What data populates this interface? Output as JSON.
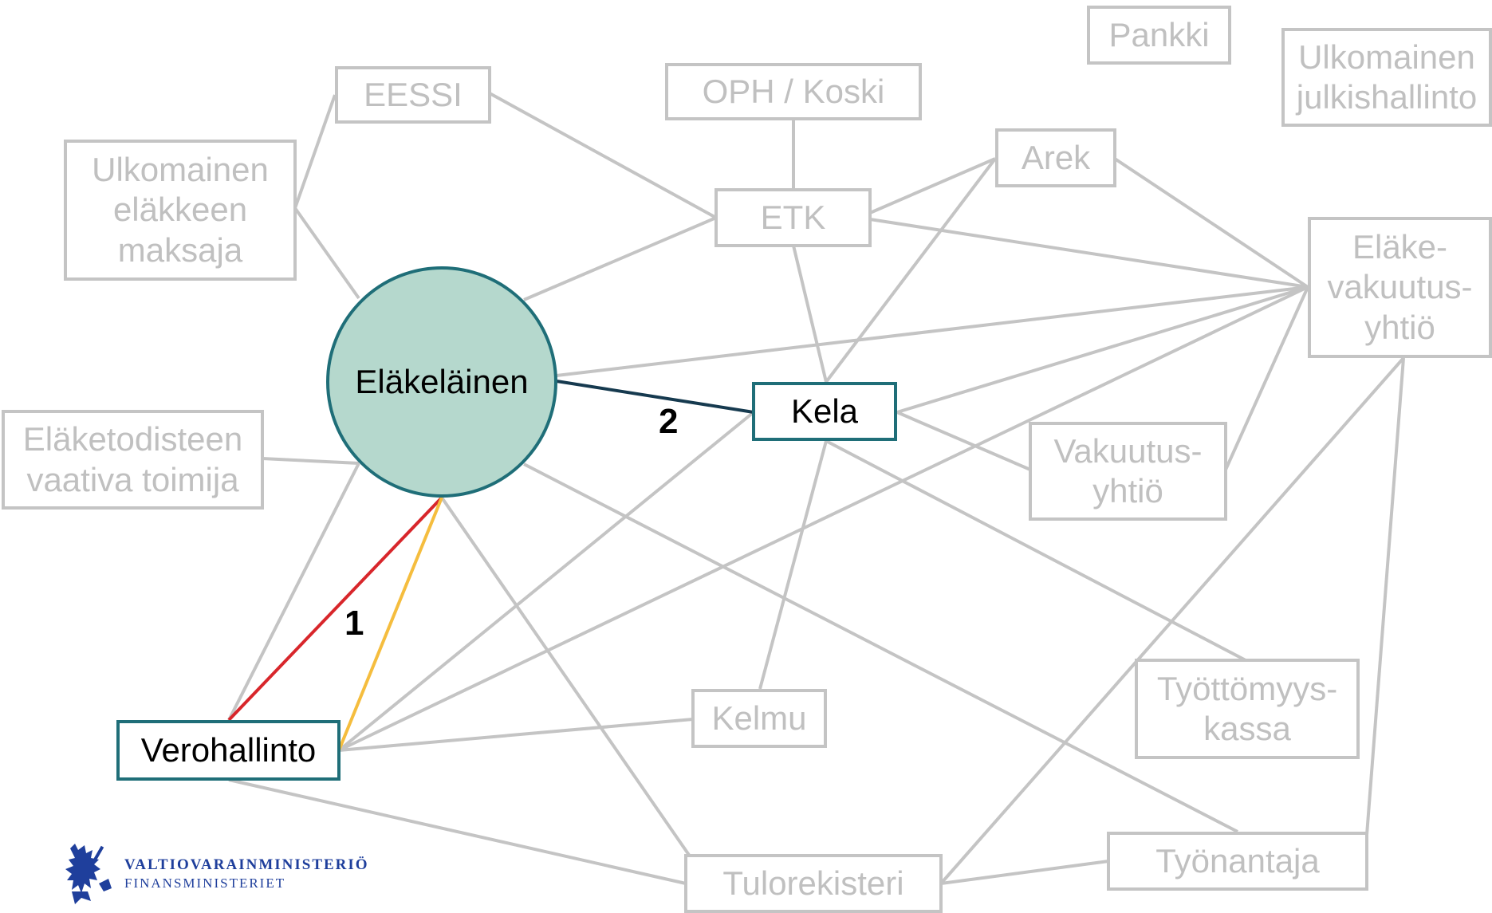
{
  "diagram": {
    "nodes": {
      "pankki": "Pankki",
      "ulkomainen_julkishallinto": "Ulkomainen\njulkishallinto",
      "eessi": "EESSI",
      "oph_koski": "OPH / Koski",
      "arek": "Arek",
      "ulkomainen_elakkeen_maksaja": "Ulkomainen\neläkkeen\nmaksaja",
      "etk": "ETK",
      "elakevakuutusyhtio": "Eläke-\nvakuutus-\nyhtiö",
      "elakelainen": "Eläkeläinen",
      "kela": "Kela",
      "elaketodisteen_vaativa_toimija": "Eläketodisteen\nvaativa toimija",
      "vakuutusyhtio": "Vakuutus-\nyhtiö",
      "tyottomyyskassa": "Työttömyys-\nkassa",
      "kelmu": "Kelmu",
      "verohallinto": "Verohallinto",
      "tyonantaja": "Työnantaja",
      "tulorekisteri": "Tulorekisteri"
    },
    "edge_labels": {
      "elakelainen_verohallinto": "1",
      "elakelainen_kela": "2"
    },
    "colors": {
      "inactive": "#c4c4c4",
      "active_border": "#1f6e78",
      "circle_fill": "#b5d8cd",
      "red_edge": "#d8262b",
      "yellow_edge": "#f5bd3e",
      "dark_edge": "#163a4f"
    }
  },
  "logo": {
    "icon": "heraldic-lion-icon",
    "line1": "VALTIOVARAINMINISTERIÖ",
    "line2": "FINANSMINISTERIET"
  }
}
